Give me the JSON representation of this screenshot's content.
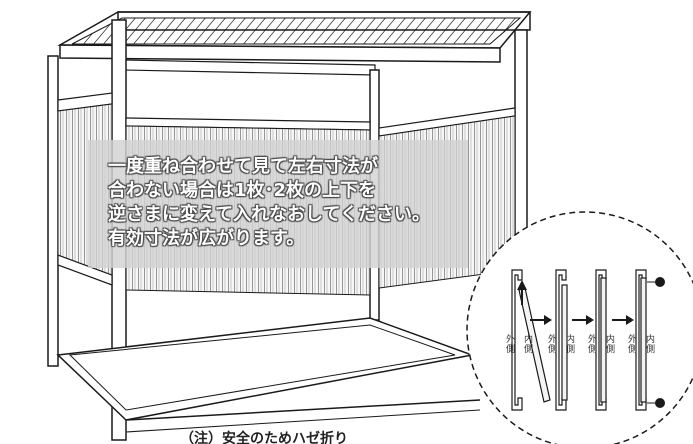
{
  "note": {
    "lines": [
      "一度重ね合わせて見て左右寸法が",
      "合わない場合は1枚･2枚の上下を",
      "逆さまに変えて入れなおしてください。",
      "有効寸法が広がります。"
    ]
  },
  "caption": "（注）安全のためハゼ折り",
  "detail": {
    "steps": [
      {
        "outer_label": "外側",
        "inner_label": "内側"
      },
      {
        "outer_label": "外側",
        "inner_label": "内側"
      },
      {
        "outer_label": "外側",
        "inner_label": "内側"
      },
      {
        "outer_label": "外側",
        "inner_label": "内側"
      }
    ]
  },
  "colors": {
    "line": "#1a1a1a",
    "panel_fill": "#f4f4f4",
    "note_text": "#ffffff",
    "note_box": "#d2d2d2"
  }
}
